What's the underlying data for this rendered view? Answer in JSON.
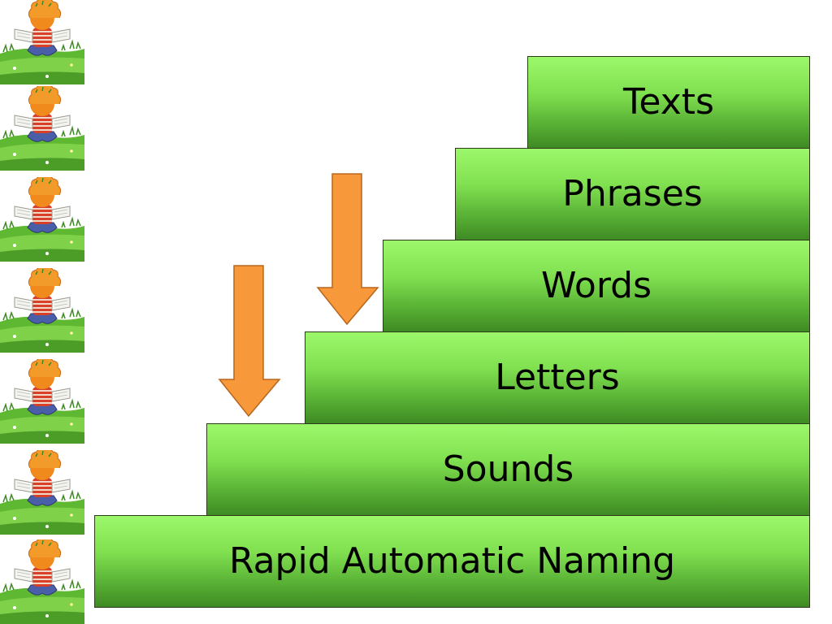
{
  "steps": [
    {
      "id": "texts",
      "label": "Texts"
    },
    {
      "id": "phrases",
      "label": "Phrases"
    },
    {
      "id": "words",
      "label": "Words"
    },
    {
      "id": "letters",
      "label": "Letters"
    },
    {
      "id": "sounds",
      "label": "Sounds"
    },
    {
      "id": "ran",
      "label": "Rapid Automatic Naming"
    }
  ],
  "arrows": [
    {
      "icon": "down-arrow-icon",
      "color": "#f7983a"
    },
    {
      "icon": "down-arrow-icon",
      "color": "#f7983a"
    }
  ],
  "decoration": {
    "icon": "child-reading-on-grass-illustration",
    "count": 7
  },
  "colors": {
    "step_light": "#9cf86a",
    "step_dark": "#3f8a24",
    "step_border": "#2d3b1a",
    "arrow_fill": "#f7983a",
    "arrow_stroke": "#b8651c"
  }
}
